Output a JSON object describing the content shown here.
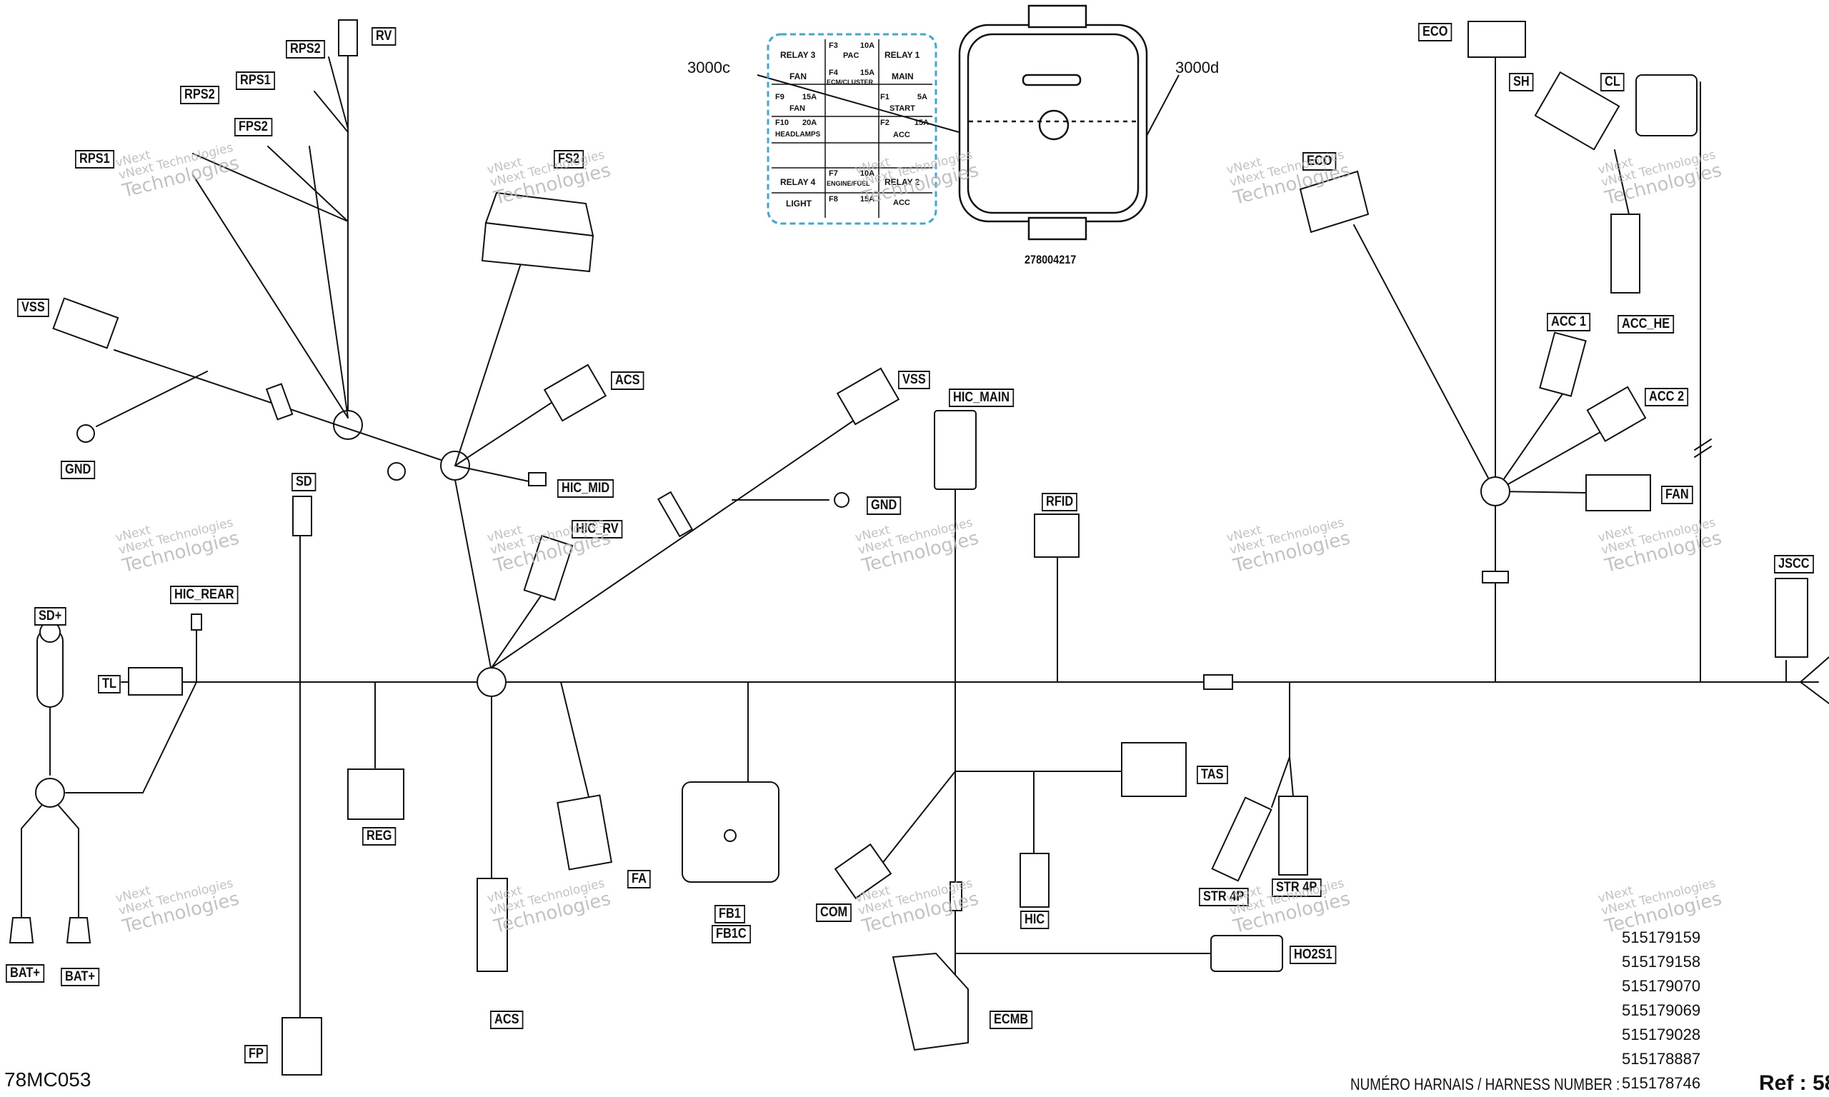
{
  "diagram_id": "78MC053",
  "reference": "Ref : 58",
  "harness_label": "NUMÉRO HARNAIS / HARNESS NUMBER :",
  "harness_numbers": [
    "515179159",
    "515179158",
    "515179070",
    "515179069",
    "515179028",
    "515178887",
    "515178746"
  ],
  "module_labels": {
    "left": "3000c",
    "right": "3000d",
    "part_number": "278004217"
  },
  "fuse_box": {
    "cells": [
      {
        "id": "r3",
        "line1": "RELAY 3",
        "line2": "FAN"
      },
      {
        "id": "f3",
        "line1": "F3",
        "amp": "10A",
        "line2": "PAC",
        "line3": ""
      },
      {
        "id": "r1",
        "line1": "RELAY 1",
        "line2": "MAIN"
      },
      {
        "id": "f4",
        "line1": "F4",
        "amp": "15A",
        "line2": "ECM/CLUSTER"
      },
      {
        "id": "f9",
        "line1": "F9",
        "amp": "15A",
        "line2": "FAN"
      },
      {
        "id": "f1",
        "line1": "F1",
        "amp": "5A",
        "line2": "START"
      },
      {
        "id": "f10",
        "line1": "F10",
        "amp": "20A",
        "line2": "HEADLAMPS"
      },
      {
        "id": "f2",
        "line1": "F2",
        "amp": "15A",
        "line2": "ACC"
      },
      {
        "id": "r4",
        "line1": "RELAY 4",
        "line2": "LIGHT"
      },
      {
        "id": "f7",
        "line1": "F7",
        "amp": "10A",
        "line2": "ENGINE/FUEL"
      },
      {
        "id": "r2",
        "line1": "RELAY 2",
        "line2": ""
      },
      {
        "id": "f8",
        "line1": "F8",
        "amp": "15A",
        "line2": "ACC"
      }
    ]
  },
  "connector_labels": {
    "rv": "RV",
    "rps2_top": "RPS2",
    "rps1_top": "RPS1",
    "rps2_mid": "RPS2",
    "fps2": "FPS2",
    "rps1_left": "RPS1",
    "fs2": "FS2",
    "vss_left": "VSS",
    "gnd_left": "GND",
    "acs_mid": "ACS",
    "hic_mid": "HIC_MID",
    "hic_rv": "HIC_RV",
    "vss_mid": "VSS",
    "gnd_mid": "GND",
    "hic_main": "HIC_MAIN",
    "rfid": "RFID",
    "sd": "SD",
    "sd_plus": "SD+",
    "hic_rear": "HIC_REAR",
    "tl": "TL",
    "reg": "REG",
    "fa": "FA",
    "fb1": "FB1",
    "fb1c": "FB1C",
    "acs_low": "ACS",
    "fp": "FP",
    "bat1": "BAT+",
    "bat2": "BAT+",
    "tas": "TAS",
    "com": "COM",
    "hic_low": "HIC",
    "ecmb": "ECMB",
    "str4p_a": "STR 4P",
    "str4p_b": "STR 4P",
    "ho2s1": "HO2S1",
    "eco_top": "ECO",
    "eco_mid": "ECO",
    "sh": "SH",
    "cl": "CL",
    "acc1": "ACC 1",
    "acc_he": "ACC_HE",
    "acc2": "ACC 2",
    "fan_right": "FAN",
    "jscc": "JSCC"
  },
  "watermark": {
    "line1": "vNext",
    "line2": "vNext Technologies",
    "line3": "Technologies"
  },
  "colors": {
    "line": "#111111",
    "fuse_border": "#3aa8d8",
    "watermark": "#b8b8b8"
  }
}
